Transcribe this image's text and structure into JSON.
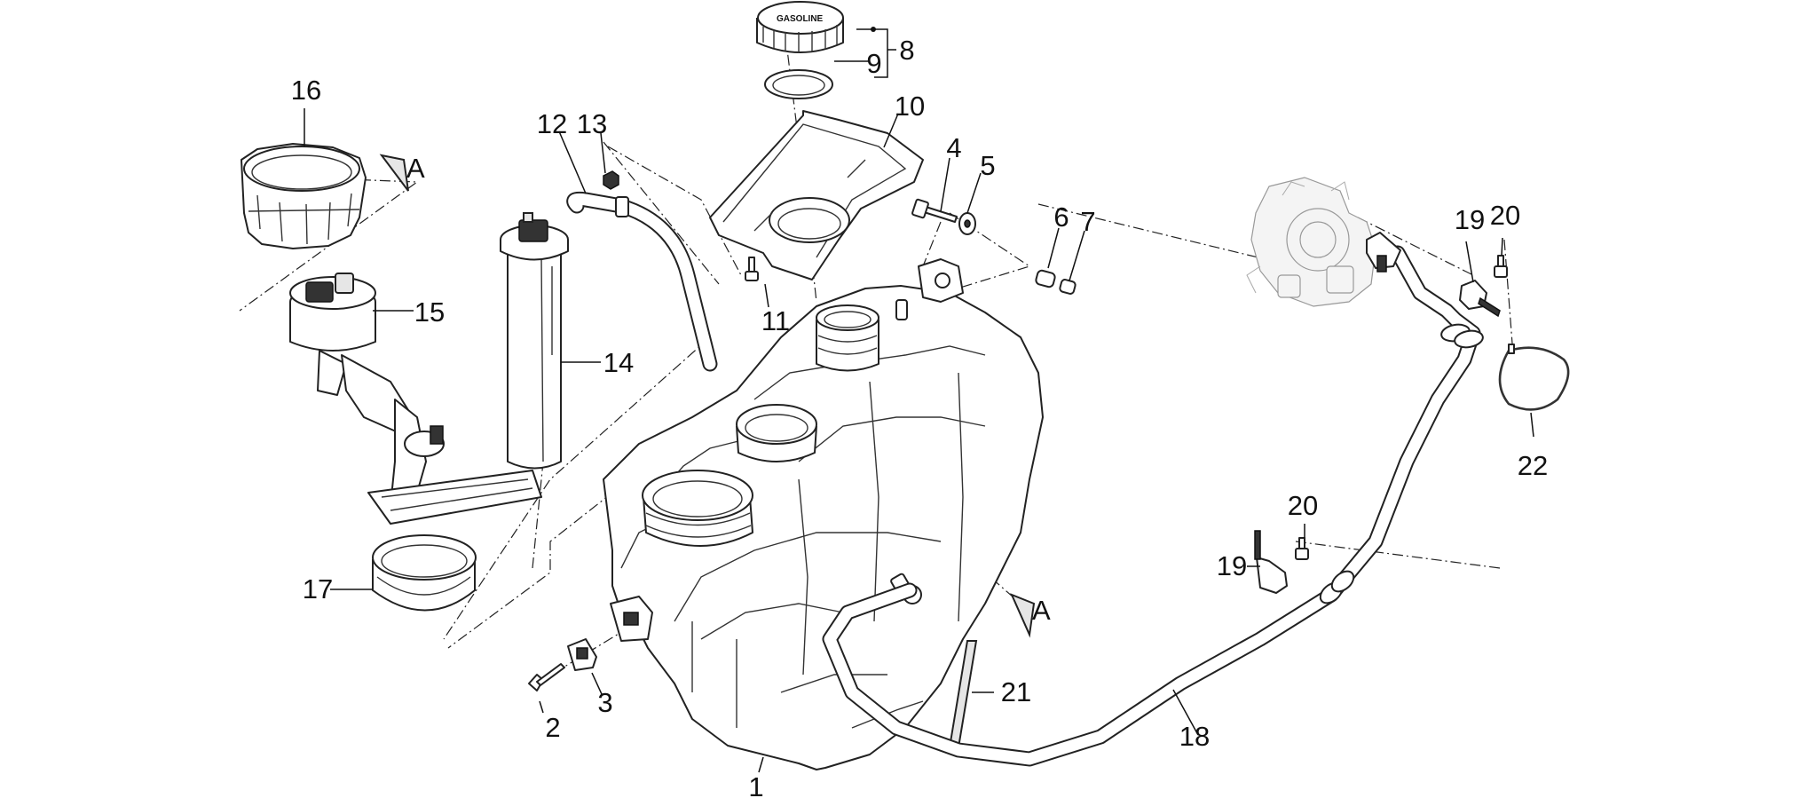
{
  "callouts": [
    {
      "id": "c1",
      "text": "1"
    },
    {
      "id": "c2",
      "text": "2"
    },
    {
      "id": "c3",
      "text": "3"
    },
    {
      "id": "c4",
      "text": "4"
    },
    {
      "id": "c5",
      "text": "5"
    },
    {
      "id": "c6",
      "text": "6"
    },
    {
      "id": "c7",
      "text": "7"
    },
    {
      "id": "c8",
      "text": "8"
    },
    {
      "id": "c9",
      "text": "9"
    },
    {
      "id": "c10",
      "text": "10"
    },
    {
      "id": "c11",
      "text": "11"
    },
    {
      "id": "c12",
      "text": "12"
    },
    {
      "id": "c13",
      "text": "13"
    },
    {
      "id": "c14",
      "text": "14"
    },
    {
      "id": "c15",
      "text": "15"
    },
    {
      "id": "c16",
      "text": "16"
    },
    {
      "id": "c17",
      "text": "17"
    },
    {
      "id": "c18",
      "text": "18"
    },
    {
      "id": "c19a",
      "text": "19"
    },
    {
      "id": "c19b",
      "text": "19"
    },
    {
      "id": "c20a",
      "text": "20"
    },
    {
      "id": "c20b",
      "text": "20"
    },
    {
      "id": "c21",
      "text": "21"
    },
    {
      "id": "c22",
      "text": "22"
    }
  ],
  "section_marks": [
    {
      "id": "A1",
      "text": "A"
    },
    {
      "id": "A2",
      "text": "A"
    }
  ],
  "cap_text": "GASOLINE"
}
